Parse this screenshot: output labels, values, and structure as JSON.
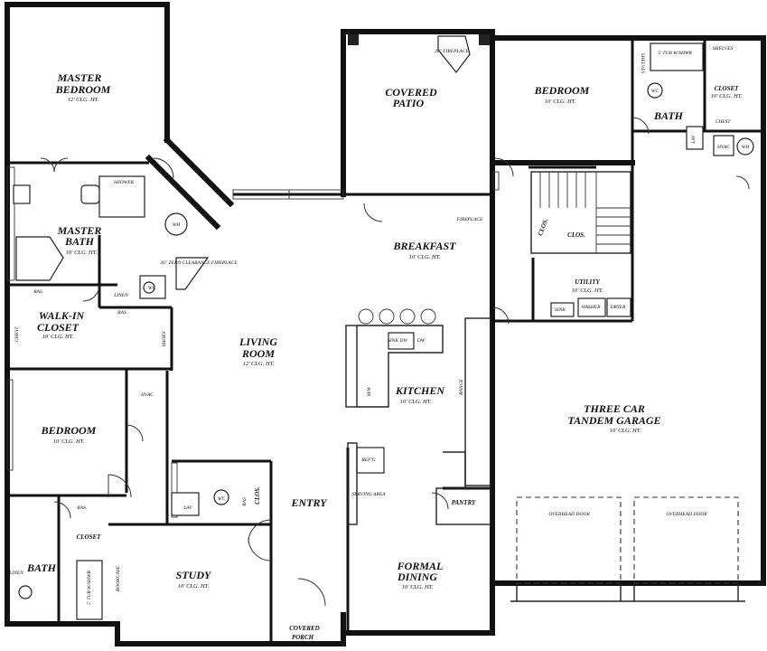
{
  "rooms": {
    "master_bedroom": {
      "line1": "MASTER",
      "line2": "BEDROOM",
      "ceiling": "12' CLG. HT."
    },
    "master_bath": {
      "line1": "MASTER",
      "line2": "BATH",
      "ceiling": "10' CLG. HT."
    },
    "walk_in_closet": {
      "line1": "WALK-IN",
      "line2": "CLOSET",
      "ceiling": "10' CLG. HT."
    },
    "bedroom_left": {
      "label": "BEDROOM",
      "ceiling": "10' CLG. HT."
    },
    "bath_left": {
      "label": "BATH"
    },
    "closet_left": {
      "label": "CLOSET"
    },
    "study": {
      "label": "STUDY",
      "ceiling": "10' CLG. HT."
    },
    "covered_porch": {
      "line1": "COVERED",
      "line2": "PORCH"
    },
    "entry": {
      "label": "ENTRY"
    },
    "living_room": {
      "line1": "LIVING",
      "line2": "ROOM",
      "ceiling": "12' CLG. HT."
    },
    "covered_patio": {
      "line1": "COVERED",
      "line2": "PATIO"
    },
    "breakfast": {
      "label": "BREAKFAST",
      "ceiling": "10' CLG. HT."
    },
    "kitchen": {
      "label": "KITCHEN",
      "ceiling": "10' CLG. HT."
    },
    "formal_dining": {
      "line1": "FORMAL",
      "line2": "DINING",
      "ceiling": "10' CLG. HT."
    },
    "pantry": {
      "label": "PANTRY"
    },
    "bedroom_right": {
      "label": "BEDROOM",
      "ceiling": "10' CLG. HT."
    },
    "bath_right": {
      "label": "BATH"
    },
    "closet_right": {
      "label": "CLOSET",
      "ceiling": "10' CLG. HT."
    },
    "utility": {
      "label": "UTILITY",
      "ceiling": "10' CLG. HT."
    },
    "garage": {
      "line1": "THREE CAR",
      "line2": "TANDEM GARAGE",
      "ceiling": "10' CLG. HT."
    }
  },
  "fixtures": {
    "shower": "SHOWER",
    "wh": "WH",
    "wc": "WC",
    "lav": "LAV",
    "ras": "RAS",
    "linen": "LINEN",
    "chest": "CHEST",
    "shoes": "SHOES",
    "hvac": "HVAC",
    "clos": "CLOS.",
    "tub_shwr": "5' TUB W/SHWR",
    "bookcase": "BOOKCASE",
    "zero_clearance": "36\" ZERO CLEARANCE FIREPLACE",
    "fireplace": "FIREPLACE",
    "fireplace_36": "36\" FIREPLACE",
    "sink_dw": "SINK DW",
    "dw": "DW",
    "mw": "M/W",
    "range": "RANGE",
    "refg": "REF'G",
    "serving_area": "SERVING AREA",
    "washer": "WASHER",
    "dryer": "DRYER",
    "sink": "SINK",
    "shelves": "SHELVES",
    "overhead_door": "OVERHEAD DOOR"
  }
}
